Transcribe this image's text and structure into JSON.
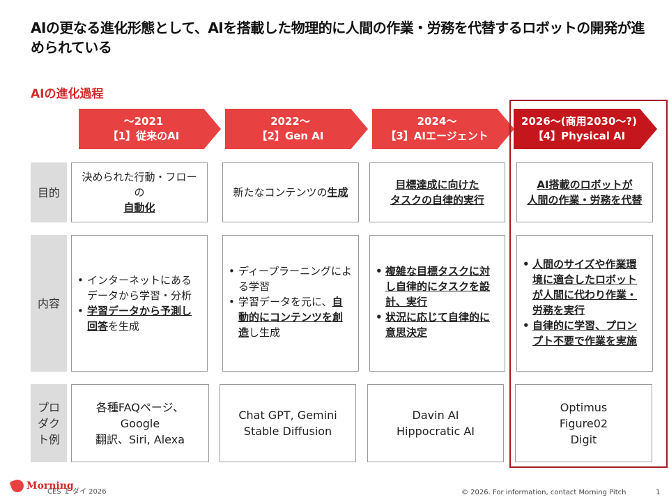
{
  "title": "AIの更なる進化形態として、AIを搭載した物理的に人間の作業・労務を代替するロボットの開発が進められている",
  "subtitle": "AIの進化過程",
  "stages": [
    {
      "period": "～2021",
      "name": "【1】従来のAI"
    },
    {
      "period": "2022～",
      "name": "【2】Gen AI"
    },
    {
      "period": "2024～",
      "name": "【3】AIエージェント"
    },
    {
      "period": "2026～(商用2030～?)",
      "name": "【4】Physical AI"
    }
  ],
  "row_labels": {
    "purpose": "目的",
    "content": "内容",
    "products": "プロダクト例"
  },
  "purpose": {
    "c1": {
      "text": "決められた行動・フローの",
      "bold": "自動化"
    },
    "c2": {
      "text": "新たなコンテンツの",
      "bold": "生成"
    },
    "c3": {
      "l1": "目標達成に向けた",
      "l2": "タスクの自律的実行"
    },
    "c4": {
      "l1": "AI搭載のロボットが",
      "l2": "人間の作業・労務を代替"
    }
  },
  "content": {
    "c1": {
      "i1": "インターネットにあるデータから学習・分析",
      "i2_bold": "学習データから予測し回答",
      "i2_rest": "を生成"
    },
    "c2": {
      "i1": "ディープラーニングによる学習",
      "i2_pre": "学習データを元に、",
      "i2_bold": "自動的にコンテンツを創造",
      "i2_rest": "し生成"
    },
    "c3": {
      "i1": "複雑な目標タスクに対し自律的にタスクを設計、実行",
      "i2": "状況に応じて自律的に意思決定"
    },
    "c4": {
      "i1": "人間のサイズや作業環境に適合したロボットが人間に代わり作業・労務を実行",
      "i2": "自律的に学習、プロンプト不要で作業を実施"
    }
  },
  "products": {
    "c1": {
      "l1": "各種FAQページ、Google",
      "l2": "翻訳、Siri, Alexa"
    },
    "c2": {
      "l1": "Chat GPT, Gemini",
      "l2": "Stable Diffusion"
    },
    "c3": {
      "l1": "Davin AI",
      "l2": "Hippocratic AI"
    },
    "c4": {
      "l1": "Optimus",
      "l2": "Figure02",
      "l3": "Digit"
    }
  },
  "logo": {
    "name": "Morning",
    "sub": "CES Ｉ ダイ 2026"
  },
  "footer": "© 2026. For information, contact Morning Pitch",
  "page_number": "1",
  "colors": {
    "accent": "#e84141",
    "accent_dark": "#c4161c",
    "highlight_border": "#a01c22",
    "label_bg": "#dcdcdc"
  }
}
